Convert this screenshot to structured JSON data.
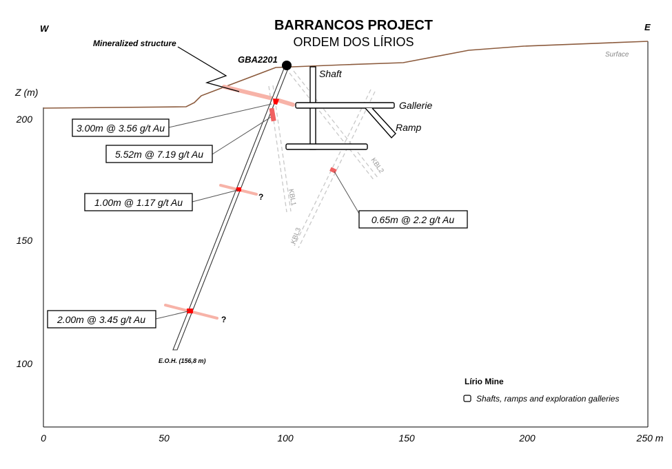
{
  "title": "BARRANCOS PROJECT",
  "subtitle": "ORDEM DOS LÍRIOS",
  "orientation": {
    "west": "W",
    "east": "E"
  },
  "surface_label": "Surface",
  "axes": {
    "y_label": "Z (m)",
    "y_ticks": [
      "200",
      "150",
      "100"
    ],
    "x_ticks": [
      "0",
      "50",
      "100",
      "150",
      "200",
      "250 m"
    ]
  },
  "drillhole": {
    "name": "GBA2201",
    "eoh": "E.O.H. (156,8 m)"
  },
  "mineralized_structure_label": "Mineralized structure",
  "intercepts": [
    {
      "text": "3.00m @ 3.56 g/t Au"
    },
    {
      "text": "5.52m @ 7.19 g/t Au"
    },
    {
      "text": "1.00m @ 1.17 g/t Au"
    },
    {
      "text": "2.00m @ 3.45 g/t Au"
    },
    {
      "text": "0.65m @ 2.2 g/t Au"
    }
  ],
  "question_mark": "?",
  "mine_workings": {
    "shaft": "Shaft",
    "gallerie": "Gallerie",
    "ramp": "Ramp"
  },
  "historic_holes": [
    "KBL1",
    "KBL2",
    "KBL3"
  ],
  "legend": {
    "title": "Lírio Mine",
    "item": "Shafts, ramps and exploration galleries"
  },
  "colors": {
    "surface": "#8b5a3c",
    "mineralization": "#f7b3a8",
    "intercept": "#ff0000"
  }
}
